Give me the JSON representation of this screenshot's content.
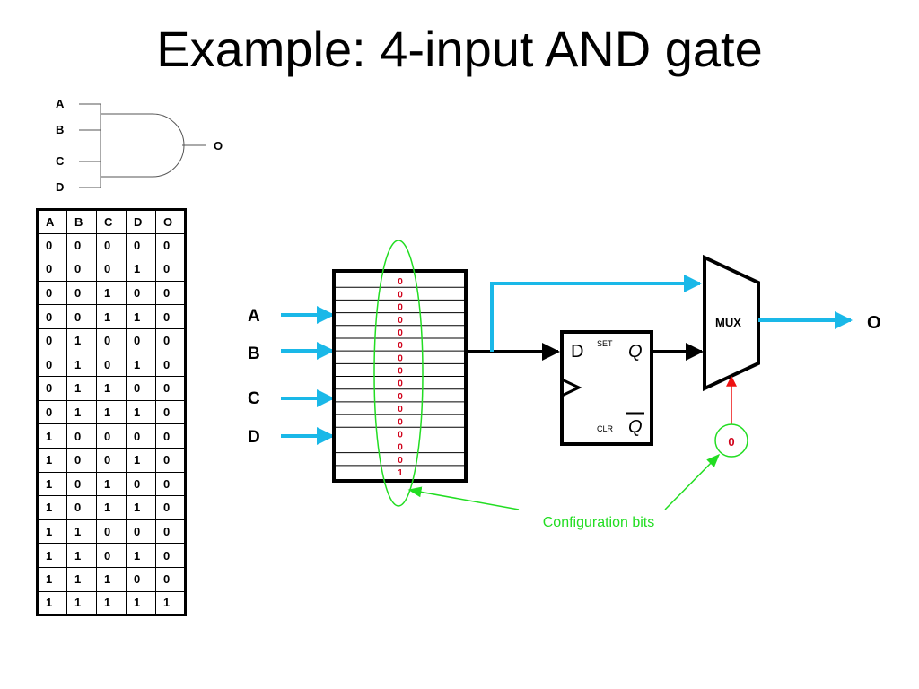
{
  "title": "Example: 4-input AND gate",
  "gate_symbol": {
    "inputs": [
      "A",
      "B",
      "C",
      "D"
    ],
    "output": "O"
  },
  "truth_table": {
    "headers": [
      "A",
      "B",
      "C",
      "D",
      "O"
    ],
    "rows": [
      [
        "0",
        "0",
        "0",
        "0",
        "0"
      ],
      [
        "0",
        "0",
        "0",
        "1",
        "0"
      ],
      [
        "0",
        "0",
        "1",
        "0",
        "0"
      ],
      [
        "0",
        "0",
        "1",
        "1",
        "0"
      ],
      [
        "0",
        "1",
        "0",
        "0",
        "0"
      ],
      [
        "0",
        "1",
        "0",
        "1",
        "0"
      ],
      [
        "0",
        "1",
        "1",
        "0",
        "0"
      ],
      [
        "0",
        "1",
        "1",
        "1",
        "0"
      ],
      [
        "1",
        "0",
        "0",
        "0",
        "0"
      ],
      [
        "1",
        "0",
        "0",
        "1",
        "0"
      ],
      [
        "1",
        "0",
        "1",
        "0",
        "0"
      ],
      [
        "1",
        "0",
        "1",
        "1",
        "0"
      ],
      [
        "1",
        "1",
        "0",
        "0",
        "0"
      ],
      [
        "1",
        "1",
        "0",
        "1",
        "0"
      ],
      [
        "1",
        "1",
        "1",
        "0",
        "0"
      ],
      [
        "1",
        "1",
        "1",
        "1",
        "1"
      ]
    ]
  },
  "lut": {
    "inputs": [
      "A",
      "B",
      "C",
      "D"
    ],
    "config_bits": [
      "0",
      "0",
      "0",
      "0",
      "0",
      "0",
      "0",
      "0",
      "0",
      "0",
      "0",
      "0",
      "0",
      "0",
      "0",
      "1"
    ]
  },
  "flipflop": {
    "d_label": "D",
    "set_label": "SET",
    "q_label": "Q",
    "clr_label": "CLR",
    "qbar_label": "Q"
  },
  "mux": {
    "label": "MUX",
    "select_bit": "0",
    "output_label": "O"
  },
  "annotation": {
    "text": "Configuration bits"
  },
  "colors": {
    "signal_blue": "#1ab8e8",
    "config_red": "#d0021b",
    "annotation_green": "#22dd22",
    "wire_black": "#000000"
  }
}
